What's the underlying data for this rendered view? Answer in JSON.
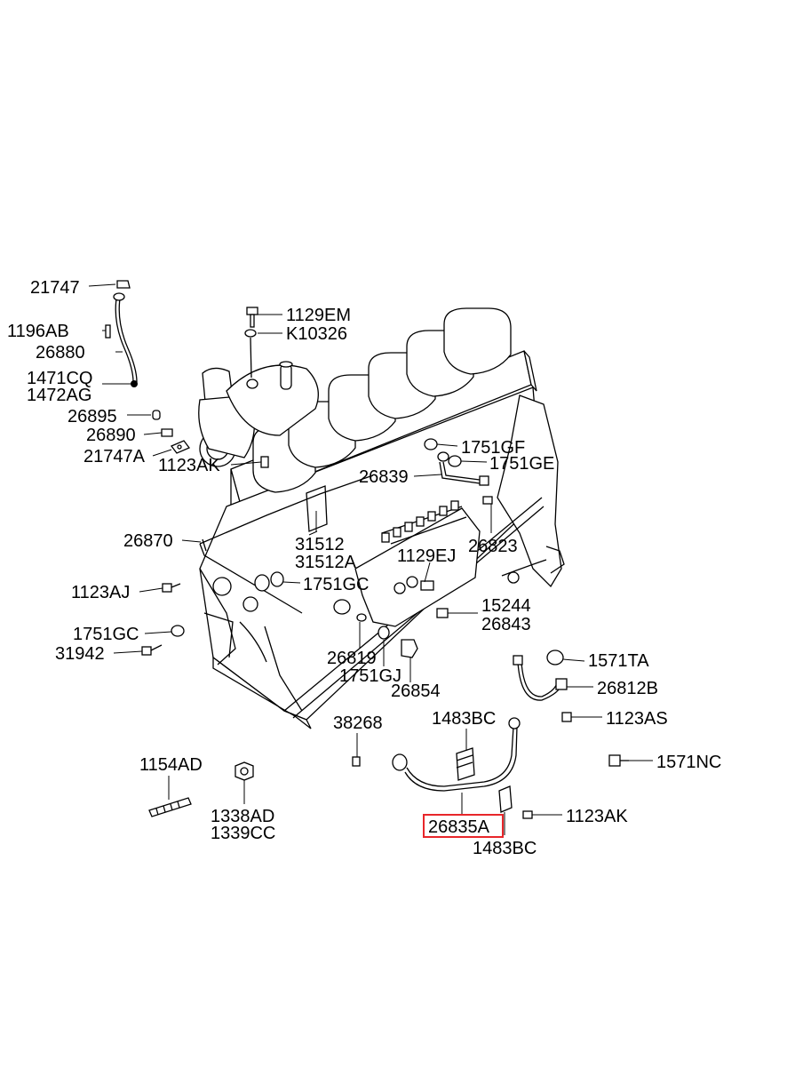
{
  "title": "",
  "highlight_color": "#e8262a",
  "highlighted_part": "26835A",
  "labels": {
    "l21747": "21747",
    "l1196AB": "1196AB",
    "l26880": "26880",
    "l1471CQ": "1471CQ",
    "l1472AG": "1472AG",
    "l26895": "26895",
    "l26890": "26890",
    "l21747A": "21747A",
    "l1123AK_top": "1123AK",
    "l1129EM": "1129EM",
    "lK10326": "K10326",
    "l1751GF": "1751GF",
    "l26839": "26839",
    "l1751GE": "1751GE",
    "l26870": "26870",
    "l31512": "31512",
    "l31512A": "31512A",
    "l26823": "26823",
    "l1129EJ": "1129EJ",
    "l1123AJ": "1123AJ",
    "l1751GC_a": "1751GC",
    "l15244": "15244",
    "l26843": "26843",
    "l1751GC_b": "1751GC",
    "l31942": "31942",
    "l26819": "26819",
    "l1751GJ": "1751GJ",
    "l26854": "26854",
    "l1571TA": "1571TA",
    "l26812B": "26812B",
    "l1123AS": "1123AS",
    "l38268": "38268",
    "l1483BC_top": "1483BC",
    "l1154AD": "1154AD",
    "l1571NC": "1571NC",
    "l1338AD": "1338AD",
    "l1339CC": "1339CC",
    "l26835A": "26835A",
    "l1123AK_bot": "1123AK",
    "l1483BC_bot": "1483BC"
  }
}
